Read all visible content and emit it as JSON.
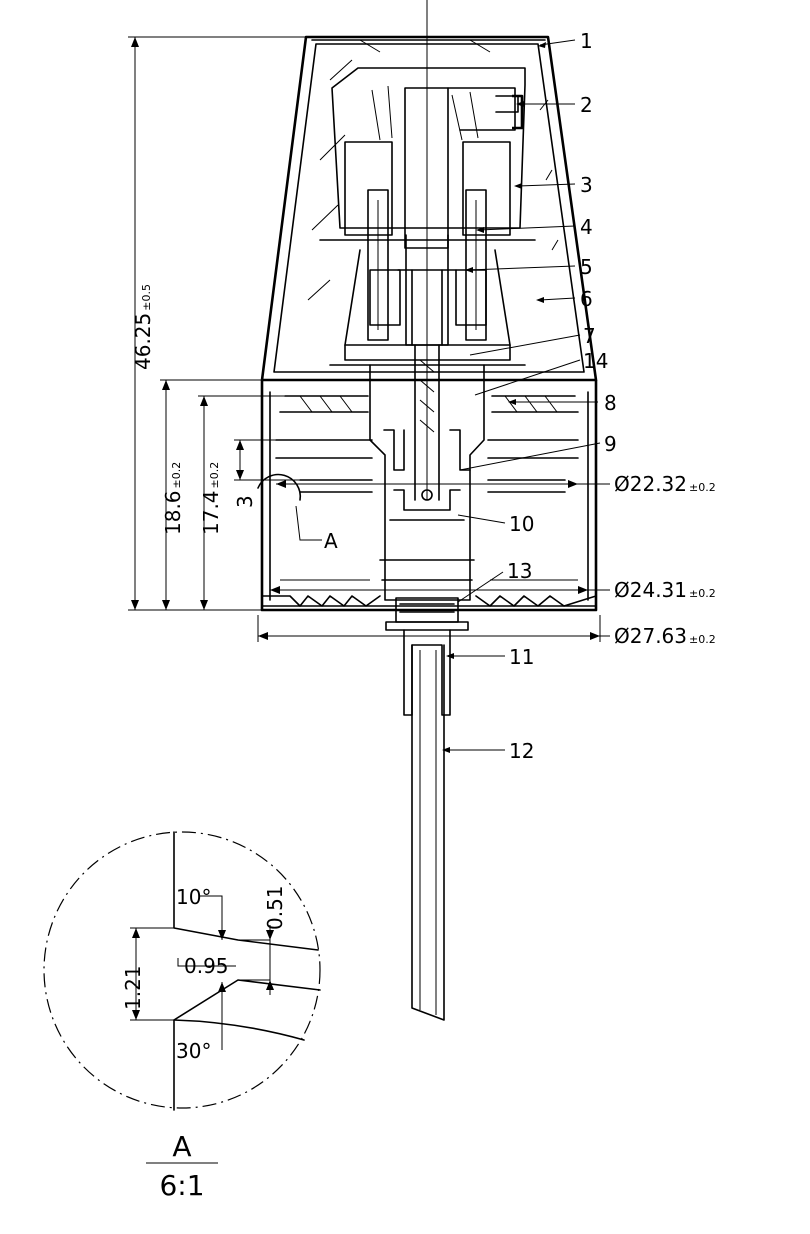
{
  "callouts": [
    "1",
    "2",
    "3",
    "4",
    "5",
    "6",
    "7",
    "14",
    "8",
    "9",
    "10",
    "13",
    "11",
    "12"
  ],
  "dimensions": {
    "height_total": {
      "value": "46.25",
      "tol": "±0.5"
    },
    "height_a": {
      "value": "18.6",
      "tol": "±0.2"
    },
    "height_b": {
      "value": "17.4",
      "tol": "±0.2"
    },
    "pitch": {
      "value": "3"
    },
    "dia_1": {
      "value": "Ø22.32",
      "tol": "±0.2"
    },
    "dia_2": {
      "value": "Ø24.31",
      "tol": "±0.2"
    },
    "dia_3": {
      "value": "Ø27.63",
      "tol": "±0.2"
    }
  },
  "section_marker": "A",
  "detail": {
    "angle_top": "10°",
    "angle_bottom": "30°",
    "dim_051": "0.51",
    "dim_095": "0.95",
    "dim_121": "1.21",
    "title": "A",
    "scale": "6:1"
  }
}
